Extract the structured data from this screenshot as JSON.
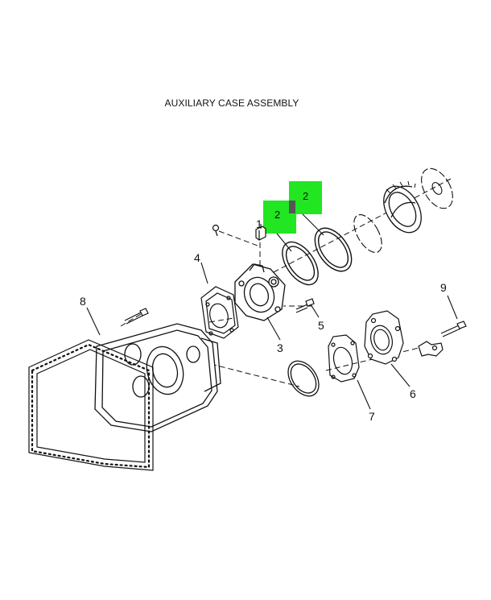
{
  "title": "AUXILIARY CASE ASSEMBLY",
  "callouts": {
    "c1": "1",
    "c2a": "2",
    "c2b": "2",
    "c3": "3",
    "c4": "4",
    "c5": "5",
    "c6": "6",
    "c7": "7",
    "c8": "8",
    "c9": "9"
  },
  "colors": {
    "highlight": "#21e621",
    "highlight_marker": "#555555",
    "line": "#111111"
  }
}
